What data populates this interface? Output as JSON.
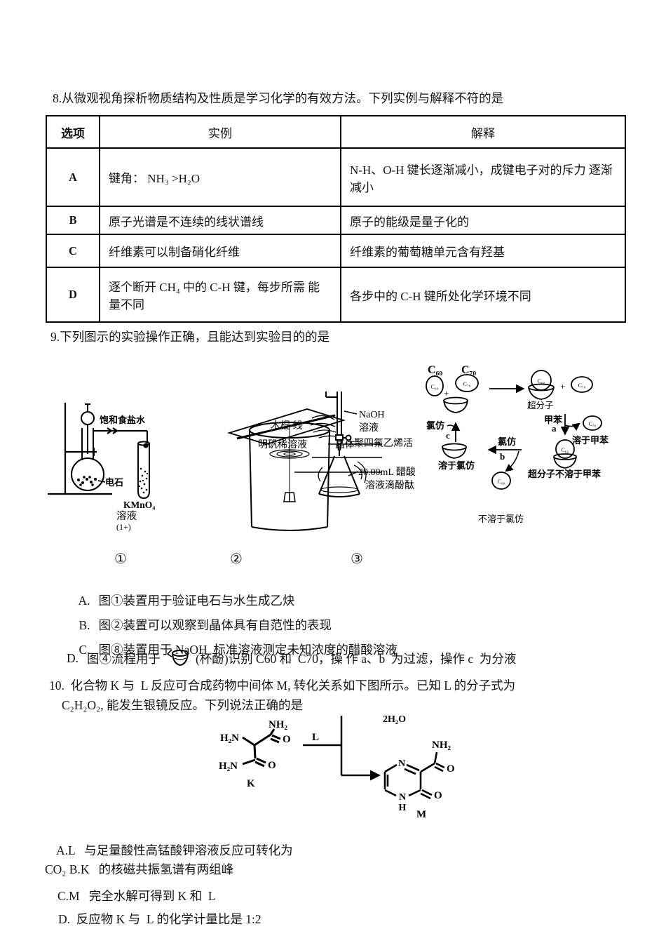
{
  "q8": {
    "stem": "8.从微观视角探析物质结构及性质是学习化学的有效方法。下列实例与解释不符的是",
    "table": {
      "headers": [
        "选项",
        "实例",
        "解释"
      ],
      "rows": [
        {
          "opt": "A",
          "example": "键角：  NH₃ >H₂O",
          "explanation": "N-H、O-H 键长逐渐减小，成键电子对的斥力 逐渐减小"
        },
        {
          "opt": "B",
          "example": "原子光谱是不连续的线状谱线",
          "explanation": "原子的能级是量子化的"
        },
        {
          "opt": "C",
          "example": "纤维素可以制备硝化纤维",
          "explanation": "纤维素的葡萄糖单元含有羟基"
        },
        {
          "opt": "D",
          "example": "逐个断开 CH₄ 中的 C-H 键，每步所需 能量不同",
          "explanation": "各步中的 C-H 键所处化学环境不同"
        }
      ]
    }
  },
  "q9": {
    "stem": "9.下列图示的实验操作正确，且能达到实验目的的是",
    "figure_numbers": [
      "①",
      "②",
      "③"
    ],
    "diagram1": {
      "label_saltwater": "饱和食盐水",
      "label_carbide": "电石",
      "label_kmno4": "KMnO₄",
      "label_solution": "溶液",
      "label_cut": "(1+)"
    },
    "diagram2": {
      "label_stick_thread": "木棍  线",
      "label_alum": "明矾稀溶液",
      "label_crystal": "晶体"
    },
    "diagram3": {
      "label_naoh": "NaOH",
      "label_solution": "溶液",
      "label_ptfe": "聚四氟乙烯活",
      "label_acid": "20.00mL 醋酸",
      "label_acid2": "溶液滴酚酞"
    },
    "diagram4": {
      "c60_title": "C₆₀",
      "c70_title": "C₇₀",
      "c60": "C₆₀",
      "c70": "C₇₀",
      "plus": "+",
      "supramolecule": "超分子",
      "toluene": "甲苯",
      "op_a": "a",
      "soluble_toluene": "溶于甲苯",
      "supra_insoluble": "超分子不溶于甲苯",
      "chloroform": "氯仿",
      "op_b": "b",
      "soluble_chloroform": "溶于氯仿",
      "op_c": "c",
      "insoluble_chloroform": "不溶于氯仿"
    },
    "options": [
      {
        "label": "A.",
        "text": "图①装置用于验证电石与水生成乙炔"
      },
      {
        "label": "B.",
        "text": "图②装置可以观察到晶体具有自范性的表现"
      },
      {
        "label": "C.",
        "text": "图⑧装置用于 NaOH  标准溶液测定未知浓度的醋酸溶液"
      },
      {
        "label": "D.",
        "text_before_icon": "图④流程用于",
        "text_after_icon": "(杯酚)识别 C60 和  C70，操 作 a、b  为过滤，操作 c  为分液"
      }
    ]
  },
  "q10": {
    "stem_line1": "10.  化合物 K 与  L 反应可合成药物中间体 M, 转化关系如下图所示。已知 L 的分子式为",
    "stem_line2": "C₂H₂O₂, 能发生银镜反应。下列说法正确的是",
    "scheme": {
      "k_nh2": "NH₂",
      "k_h2n_top": "H₂N",
      "k_o_top": "O",
      "k_h2n_bottom": "H₂N",
      "k_o_bottom": "O",
      "k_label": "K",
      "arrow_l": "L",
      "byproduct": "2H₂O",
      "m_n_top": "N",
      "m_n_bottom": "N",
      "m_h_bottom": "H",
      "m_nh2": "NH₂",
      "m_o_top": "O",
      "m_o_bottom": "O",
      "m_label": "M"
    },
    "options": [
      {
        "text": "A.L   与足量酸性高锰酸钾溶液反应可转化为"
      },
      {
        "text": "CO₂ B.K   的核磁共振氢谱有两组峰"
      },
      {
        "text": "C.M   完全水解可得到 K 和  L"
      },
      {
        "text": "D.  反应物 K 与  L 的化学计量比是 1:2"
      }
    ]
  }
}
